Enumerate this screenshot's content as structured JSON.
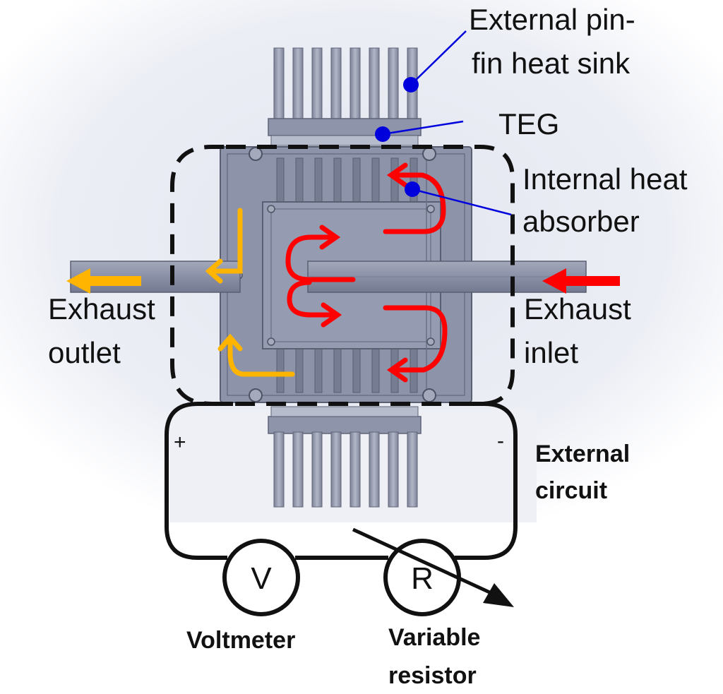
{
  "labels": {
    "pinfin_line1": "External pin-",
    "pinfin_line2": "fin heat sink",
    "teg": "TEG",
    "absorber_line1": "Internal heat",
    "absorber_line2": "absorber",
    "outlet_line1": "Exhaust",
    "outlet_line2": "outlet",
    "inlet_line1": "Exhaust",
    "inlet_line2": "inlet",
    "circuit_line1": "External",
    "circuit_line2": "circuit",
    "plus": "+",
    "minus": "-",
    "voltmeter_symbol": "V",
    "resistor_symbol": "R",
    "voltmeter": "Voltmeter",
    "resistor_line1": "Variable",
    "resistor_line2": "resistor"
  },
  "colors": {
    "hot_flow": "#ff0000",
    "cooled_flow": "#ffb400",
    "leader": "#0000dd",
    "housing": "#8d93a9",
    "background_glow": "#dde1ee"
  },
  "icons": {
    "arrow": "arrow-icon",
    "meter": "circle-symbol-icon"
  }
}
